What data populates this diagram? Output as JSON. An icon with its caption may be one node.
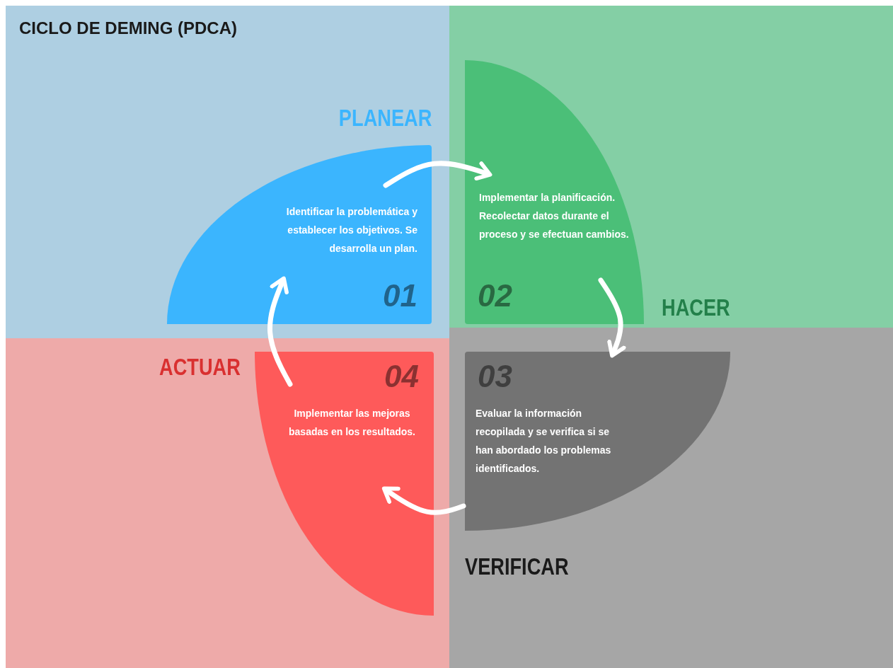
{
  "diagram": {
    "title": "CICLO DE DEMING (PDCA)",
    "nodes": [
      {
        "text": [
          "PLANEAR",
          "Identificar la problemática y establecer los objetivos. Se desarrolla un plan.",
          "01"
        ]
      },
      {
        "text": [
          "Implementar la planificación. Recolectar datos durante el proceso y se efectuan cambios.",
          "02",
          "HACER"
        ]
      },
      {
        "text": [
          "03",
          "Evaluar la información recopilada y se verifica si se han abordado los problemas identificados.",
          "VERIFICAR"
        ]
      },
      {
        "text": [
          "ACTUAR",
          "04",
          "Implementar las mejoras basadas en los resultados."
        ]
      }
    ],
    "edges": [
      {
        "from": 0,
        "to": 1,
        "arrow": "to"
      },
      {
        "from": 1,
        "to": 2,
        "arrow": "to"
      },
      {
        "from": 2,
        "to": 3,
        "arrow": "to"
      },
      {
        "from": 3,
        "to": 0,
        "arrow": "to"
      }
    ]
  }
}
